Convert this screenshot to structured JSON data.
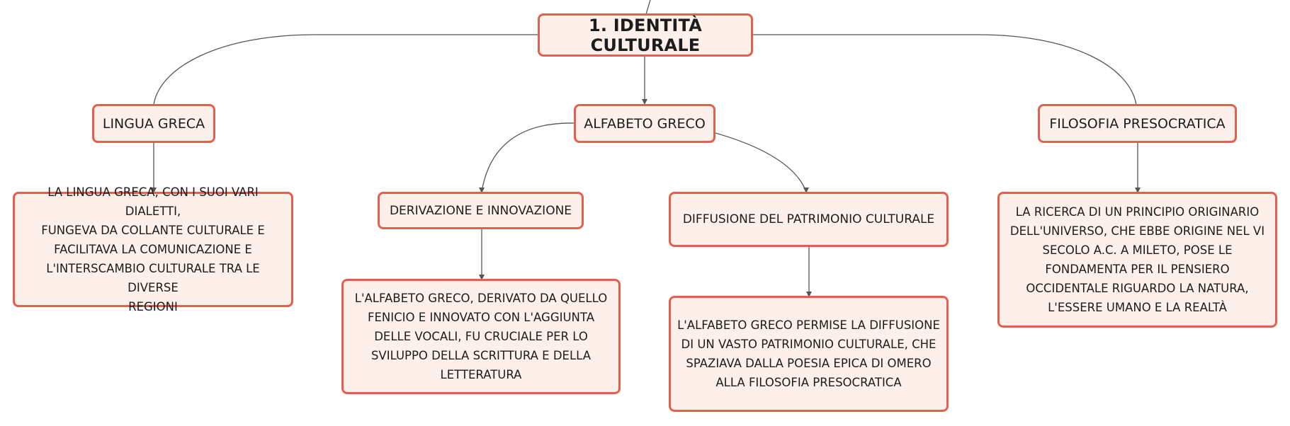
{
  "map": {
    "root": "1. IDENTITÀ CULTURALE",
    "lingua": {
      "title": "LINGUA GRECA",
      "lines": [
        "LA LINGUA GRECA, CON I SUOI VARI DIALETTI,",
        "FUNGEVA DA COLLANTE CULTURALE E",
        "FACILITAVA LA COMUNICAZIONE E",
        "L'INTERSCAMBIO CULTURALE TRA LE DIVERSE",
        "REGIONI"
      ]
    },
    "alfabeto": {
      "title": "ALFABETO GRECO",
      "derivazione": {
        "title": "DERIVAZIONE E INNOVAZIONE",
        "lines": [
          "L'ALFABETO GRECO, DERIVATO DA QUELLO",
          "FENICIO E INNOVATO CON L'AGGIUNTA",
          "DELLE VOCALI, FU CRUCIALE PER LO",
          "SVILUPPO DELLA SCRITTURA E DELLA",
          "LETTERATURA"
        ]
      },
      "diffusione": {
        "title": "DIFFUSIONE DEL PATRIMONIO CULTURALE",
        "lines": [
          "L'ALFABETO GRECO PERMISE LA DIFFUSIONE",
          "DI UN VASTO PATRIMONIO CULTURALE, CHE",
          "SPAZIAVA DALLA POESIA EPICA DI OMERO",
          "ALLA FILOSOFIA PRESOCRATICA"
        ]
      }
    },
    "filosofia": {
      "title": "FILOSOFIA PRESOCRATICA",
      "lines": [
        "LA RICERCA DI UN PRINCIPIO ORIGINARIO",
        "DELL'UNIVERSO, CHE EBBE ORIGINE NEL VI",
        "SECOLO A.C. A MILETO, POSE LE",
        "FONDAMENTA PER IL PENSIERO",
        "OCCIDENTALE RIGUARDO LA NATURA,",
        "L'ESSERE UMANO E LA REALTÀ"
      ]
    }
  }
}
